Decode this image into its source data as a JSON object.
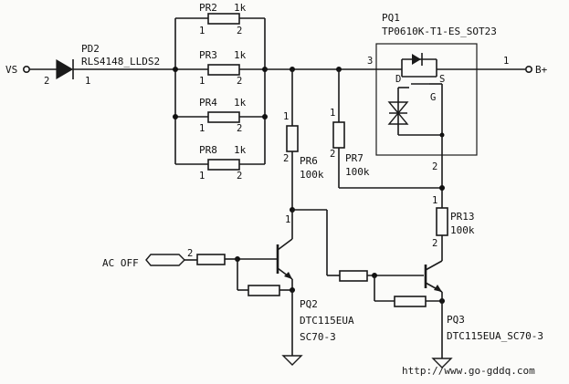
{
  "nets": {
    "vs": "VS",
    "b_plus": "B+",
    "ac_off": "AC OFF"
  },
  "parts": {
    "pd2": {
      "ref": "PD2",
      "value": "RLS4148_LLDS2",
      "pin_a": "2",
      "pin_k": "1"
    },
    "pq1": {
      "ref": "PQ1",
      "value": "TP0610K-T1-ES_SOT23",
      "pin_d": "3",
      "pin_s": "1",
      "pin_g": "2",
      "lbl_d": "D",
      "lbl_s": "S",
      "lbl_g": "G"
    },
    "pr2": {
      "ref": "PR2",
      "value": "1k",
      "p1": "1",
      "p2": "2"
    },
    "pr3": {
      "ref": "PR3",
      "value": "1k",
      "p1": "1",
      "p2": "2"
    },
    "pr4": {
      "ref": "PR4",
      "value": "1k",
      "p1": "1",
      "p2": "2"
    },
    "pr8": {
      "ref": "PR8",
      "value": "1k",
      "p1": "1",
      "p2": "2"
    },
    "pr6": {
      "ref": "PR6",
      "value": "100k",
      "p1": "1",
      "p2": "2"
    },
    "pr7": {
      "ref": "PR7",
      "value": "100k",
      "p1": "1",
      "p2": "2"
    },
    "pr13": {
      "ref": "PR13",
      "value": "100k",
      "p1": "1",
      "p2": "2"
    },
    "pq2": {
      "ref": "PQ2",
      "value": "DTC115EUA",
      "package": "SC70-3",
      "pin_c": "1",
      "pin_b": "2"
    },
    "pq3": {
      "ref": "PQ3",
      "value": "DTC115EUA_SC70-3"
    }
  },
  "watermark": "http://www.go-gddq.com"
}
